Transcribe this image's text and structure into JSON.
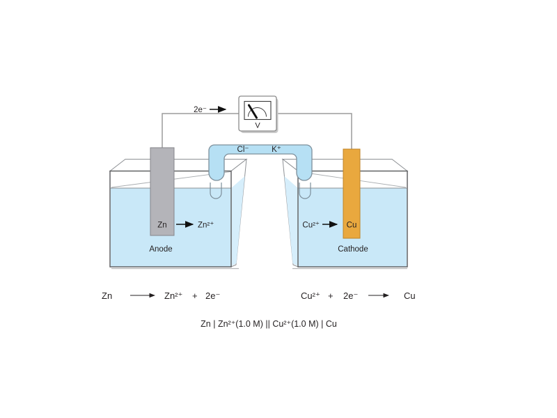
{
  "figure": {
    "voltmeter_label": "V",
    "electron_flow_label": "2e⁻",
    "salt_bridge": {
      "anion_label": "Cl⁻",
      "cation_label": "K⁺"
    },
    "anode_half_cell": {
      "electrode_label": "Zn",
      "ion_label": "Zn²⁺",
      "role_label": "Anode"
    },
    "cathode_half_cell": {
      "electrode_label": "Cu",
      "ion_label": "Cu²⁺",
      "role_label": "Cathode"
    },
    "oxidation_equation": {
      "reactant": "Zn",
      "product_ion": "Zn²⁺",
      "plus": "+",
      "electrons": "2e⁻"
    },
    "reduction_equation": {
      "reactant_ion": "Cu²⁺",
      "plus": "+",
      "electrons": "2e⁻",
      "product": "Cu"
    },
    "cell_notation": "Zn | Zn²⁺(1.0 M) || Cu²⁺(1.0 M) | Cu",
    "colors": {
      "solution": "#c9e8f8",
      "solution_side": "#d6eefb",
      "salt_bridge_fill": "#b6e0f4",
      "zinc_electrode": "#b4b4b9",
      "zinc_stroke": "#85858a",
      "copper_electrode": "#e9a83e",
      "copper_stroke": "#c08428",
      "wire": "#9b9b9b"
    }
  }
}
